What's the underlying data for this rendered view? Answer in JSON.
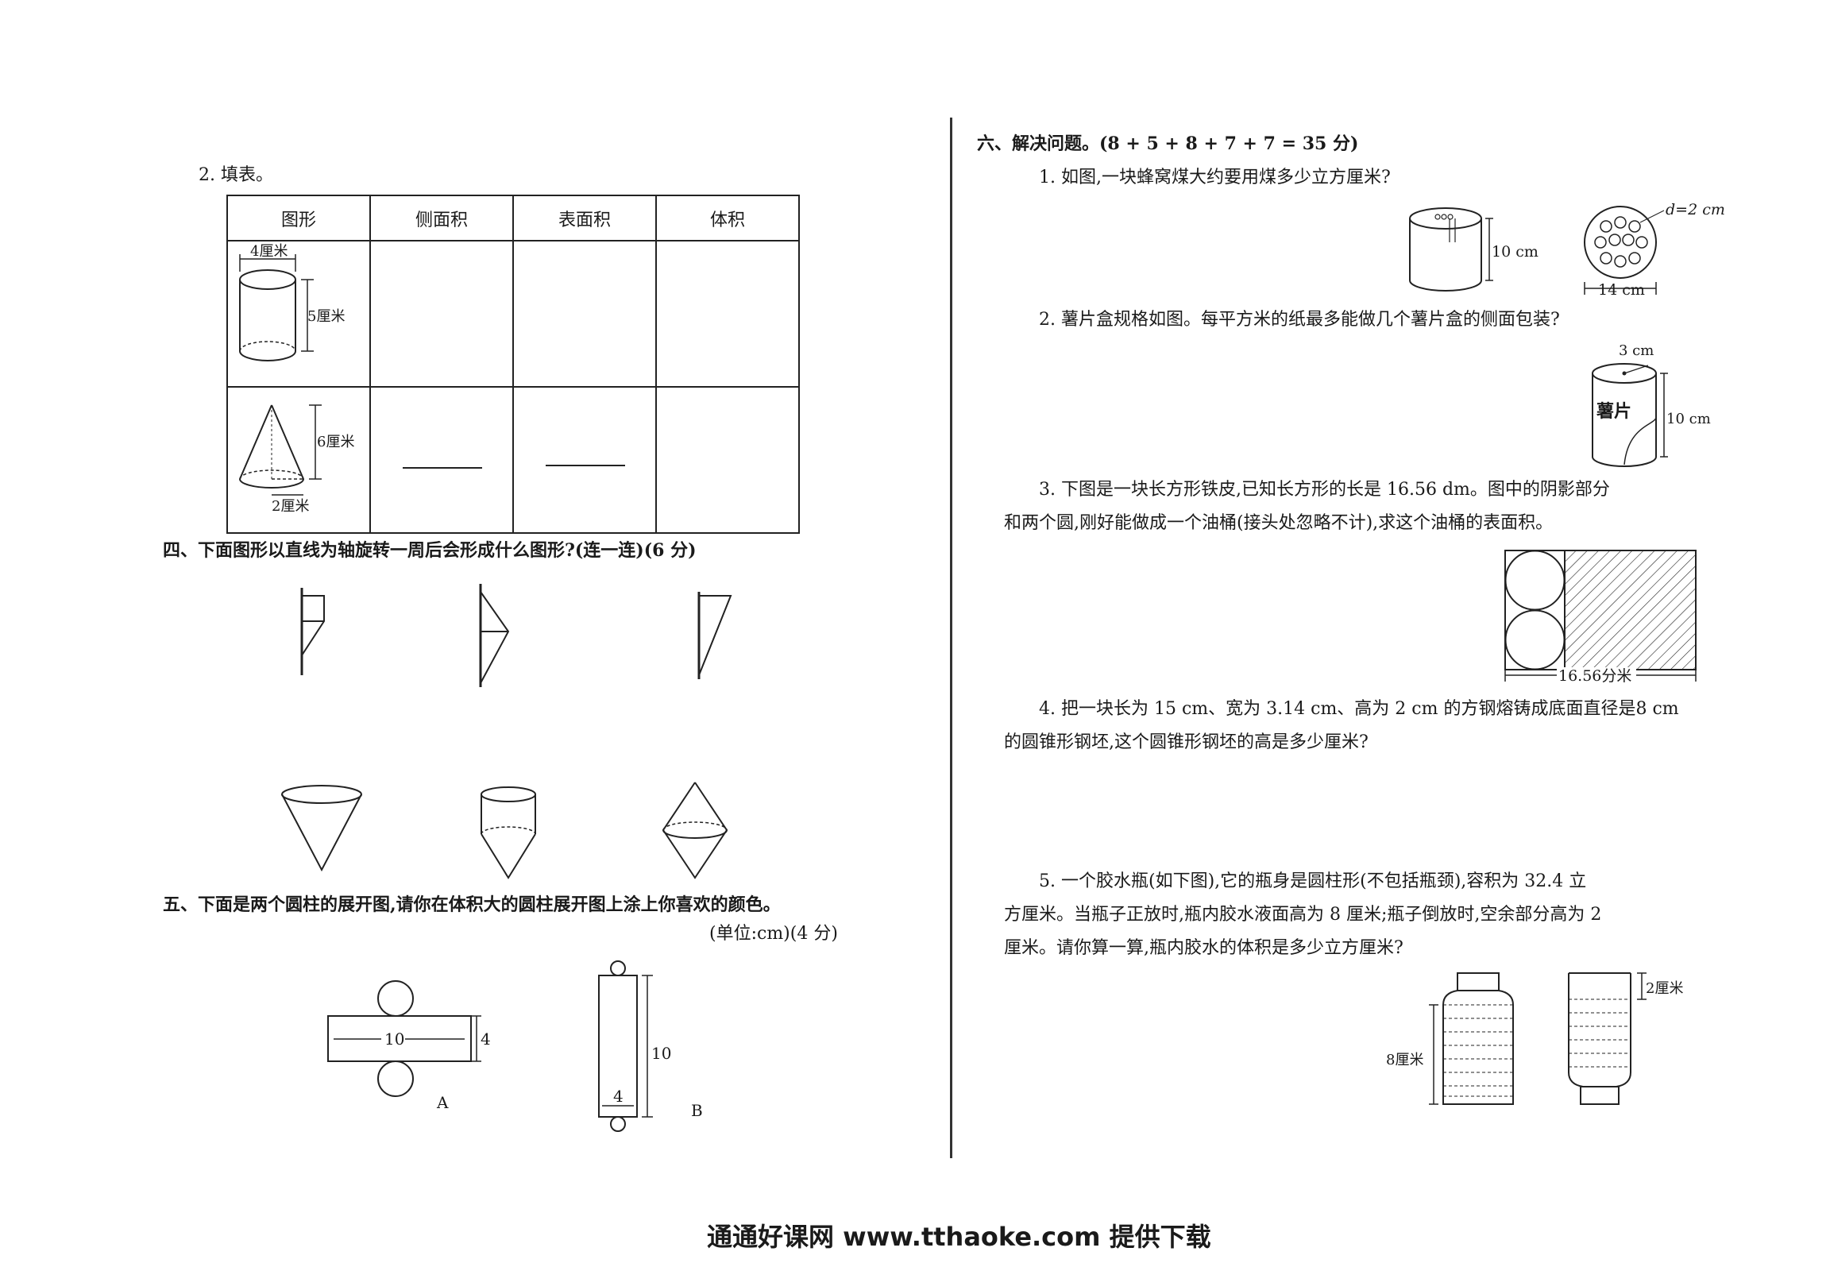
{
  "left": {
    "q2_title": "2. 填表。",
    "table": {
      "headers": [
        "图形",
        "侧面积",
        "表面积",
        "体积"
      ],
      "cyl_diam": "4厘米",
      "cyl_h": "5厘米",
      "cone_h": "6厘米",
      "cone_r": "2厘米"
    },
    "sec4_title": "四、下面图形以直线为轴旋转一周后会形成什么图形?(连一连)(6 分)",
    "sec5_title": "五、下面是两个圆柱的展开图,请你在体积大的圆柱展开图上涂上你喜欢的颜色。",
    "sec5_unit": "(单位:cm)(4 分)",
    "netA": {
      "len": "10",
      "wid": "4",
      "label": "A"
    },
    "netB": {
      "len": "10",
      "wid": "4",
      "label": "B"
    }
  },
  "right": {
    "sec6_title": "六、解决问题。(8 + 5 + 8 + 7 + 7 = 35 分)",
    "q1": "1. 如图,一块蜂窝煤大约要用煤多少立方厘米?",
    "q1_fig": {
      "h": "10 cm",
      "d": "d=2 cm",
      "w": "14 cm"
    },
    "q2": "2. 薯片盒规格如图。每平方米的纸最多能做几个薯片盒的侧面包装?",
    "q2_fig": {
      "r": "3 cm",
      "label": "薯片",
      "h": "10 cm"
    },
    "q3_line1": "3. 下图是一块长方形铁皮,已知长方形的长是 16.56 dm。图中的阴影部分",
    "q3_line2": "和两个圆,刚好能做成一个油桶(接头处忽略不计),求这个油桶的表面积。",
    "q3_fig": {
      "len": "16.56分米"
    },
    "q4_line1": "4. 把一块长为 15 cm、宽为 3.14 cm、高为 2 cm 的方钢熔铸成底面直径是8 cm",
    "q4_line2": "的圆锥形钢坯,这个圆锥形钢坯的高是多少厘米?",
    "q5_line1": "5. 一个胶水瓶(如下图),它的瓶身是圆柱形(不包括瓶颈),容积为 32.4 立",
    "q5_line2": "方厘米。当瓶子正放时,瓶内胶水液面高为 8 厘米;瓶子倒放时,空余部分高为 2",
    "q5_line3": "厘米。请你算一算,瓶内胶水的体积是多少立方厘米?",
    "q5_fig": {
      "h1": "8厘米",
      "h2": "2厘米"
    }
  },
  "footer": "通通好课网 www.tthaoke.com 提供下载"
}
